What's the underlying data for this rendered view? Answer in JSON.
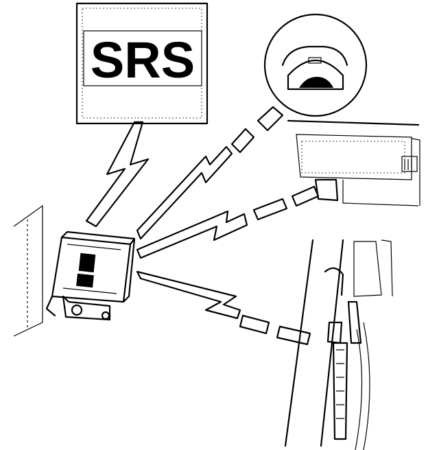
{
  "warning_lamp": {
    "label": "SRS"
  },
  "components": {
    "steering_wheel_airbag": "steering-wheel-airbag-module",
    "passenger_airbag": "passenger-airbag-module",
    "seat_belt_pretensioner": "seat-belt-pretensioner",
    "control_unit": "srs-control-unit"
  },
  "colors": {
    "line": "#000000",
    "background": "#ffffff"
  }
}
